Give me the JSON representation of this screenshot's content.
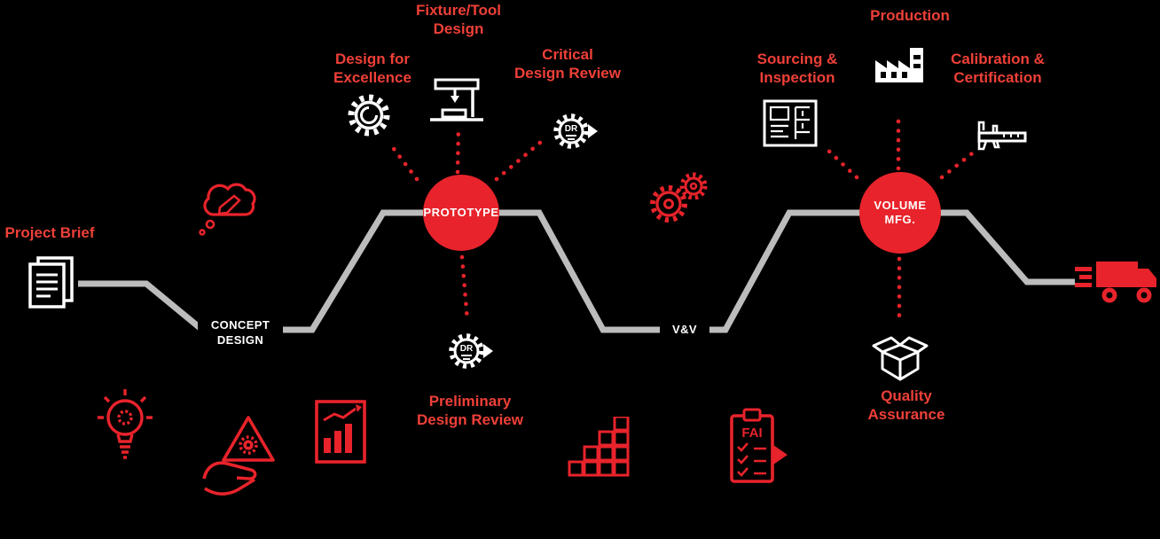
{
  "colors": {
    "bg": "#000000",
    "red": "#e8232b",
    "label_red": "#ee4038",
    "gray": "#bcbcbc",
    "white": "#ffffff"
  },
  "flow": {
    "project_brief": {
      "label": "Project Brief"
    },
    "concept_design": {
      "line1": "CONCEPT",
      "line2": "DESIGN"
    },
    "prototype": {
      "label": "PROTOTYPE"
    },
    "verification_validation": {
      "label": "V&V"
    },
    "volume_mfg": {
      "line1": "VOLUME",
      "line2": "MFG."
    }
  },
  "callouts": {
    "design_for_excellence": {
      "line1": "Design for",
      "line2": "Excellence"
    },
    "fixture_tool_design": {
      "line1": "Fixture/Tool",
      "line2": "Design"
    },
    "critical_design_review": {
      "line1": "Critical",
      "line2": "Design Review"
    },
    "production": {
      "label": "Production"
    },
    "sourcing_inspection": {
      "line1": "Sourcing &",
      "line2": "Inspection"
    },
    "calibration_certification": {
      "line1": "Calibration &",
      "line2": "Certification"
    },
    "preliminary_design_review": {
      "line1": "Preliminary",
      "line2": "Design Review"
    },
    "quality_assurance": {
      "line1": "Quality",
      "line2": "Assurance"
    }
  },
  "badges": {
    "critical_dr": "DR",
    "preliminary_dr": "DR",
    "fai": "FAI"
  },
  "icons": {
    "project_brief": "document-stack-icon",
    "concept_idea": "thought-cloud-pencil-icon",
    "design_for_excellence": "gear-icon",
    "fixture_tool": "machine-tool-icon",
    "critical_dr": "design-review-badge-icon",
    "preliminary_dr": "design-review-badge-icon",
    "vv_gears": "gears-icon",
    "sourcing": "engineering-drawing-icon",
    "production": "factory-icon",
    "calibration": "caliper-icon",
    "quality": "open-box-icon",
    "idea": "lightbulb-icon",
    "risk": "hand-warning-triangle-icon",
    "report": "chart-document-icon",
    "scaling": "stacked-cubes-icon",
    "fai": "inspection-checklist-icon",
    "shipping": "delivery-truck-icon"
  }
}
